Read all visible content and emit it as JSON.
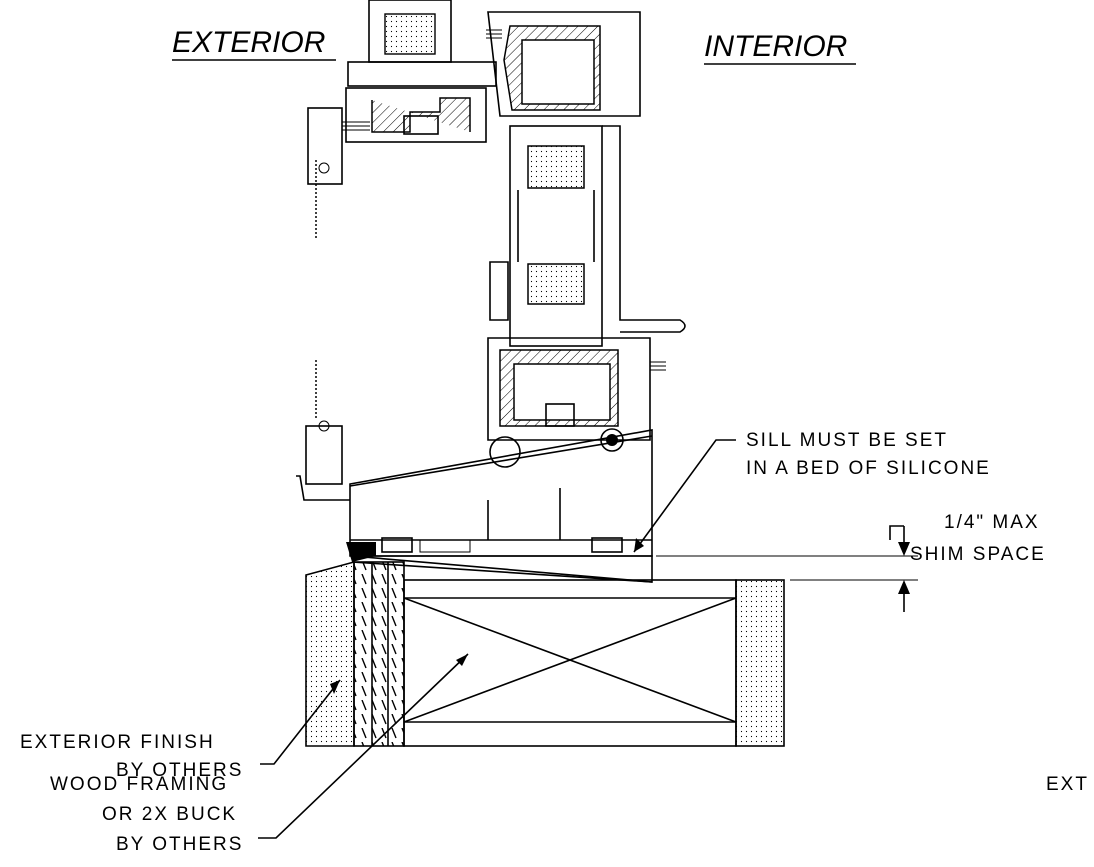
{
  "headings": {
    "exterior": "EXTERIOR",
    "interior": "INTERIOR"
  },
  "callouts": {
    "sill_line1": "SILL MUST BE SET",
    "sill_line2": "IN A BED OF SILICONE",
    "shim_line1": "1/4\" MAX",
    "shim_line2": "SHIM SPACE",
    "finish_line1": "EXTERIOR FINISH",
    "finish_line2": "BY OTHERS",
    "framing_line1": "WOOD FRAMING",
    "framing_line2": "OR 2X BUCK",
    "framing_line3": "BY OTHERS",
    "clipped": "EXT"
  }
}
